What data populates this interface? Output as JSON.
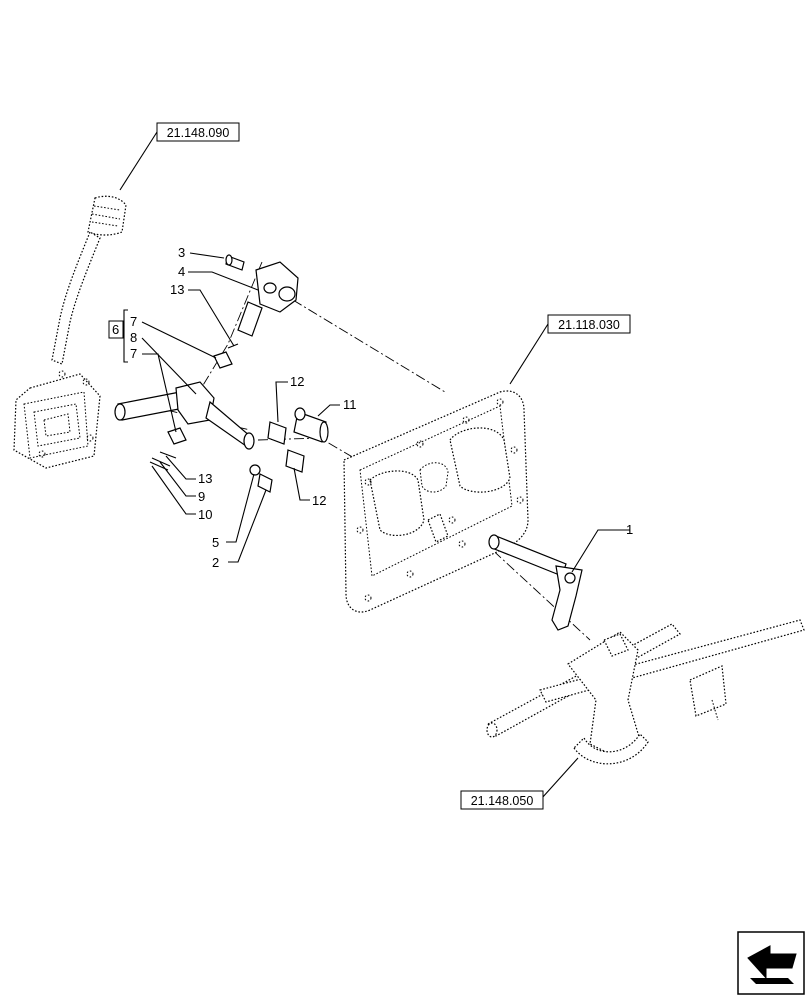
{
  "references": {
    "ref_top_left": "21.148.090",
    "ref_right": "21.118.030",
    "ref_bottom": "21.148.050"
  },
  "callouts": {
    "c1": "1",
    "c2": "2",
    "c3": "3",
    "c4": "4",
    "c5": "5",
    "c6": "6",
    "c7a": "7",
    "c7b": "7",
    "c8": "8",
    "c9": "9",
    "c10": "10",
    "c11": "11",
    "c12a": "12",
    "c12b": "12",
    "c13a": "13",
    "c13b": "13"
  },
  "icons": {
    "nav": "next-page-arrow-icon"
  }
}
